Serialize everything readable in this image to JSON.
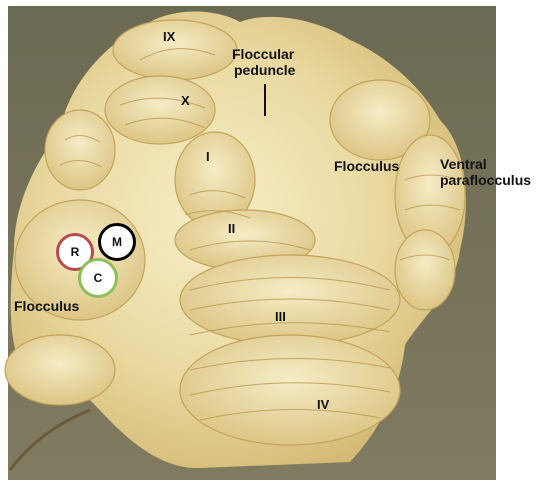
{
  "labels": {
    "ix": "IX",
    "x": "X",
    "floccular_peduncle": [
      "Floccular",
      "peduncle"
    ],
    "i": "I",
    "flocculus_right": "Flocculus",
    "ventral_paraflocculus": [
      "Ventral",
      "paraflocculus"
    ],
    "ii": "II",
    "iii": "III",
    "iv": "IV",
    "flocculus_left": "Flocculus"
  },
  "markers": {
    "r": {
      "letter": "R",
      "ring_color": "#b94b4b"
    },
    "m": {
      "letter": "M",
      "ring_color": "#000000"
    },
    "c": {
      "letter": "C",
      "ring_color": "#8dbf57"
    }
  },
  "colors": {
    "tissue": "#e9d9a0",
    "tissue_light": "#f5ebc4",
    "tissue_shadow": "#c9a85c",
    "background": "#ffffff"
  }
}
